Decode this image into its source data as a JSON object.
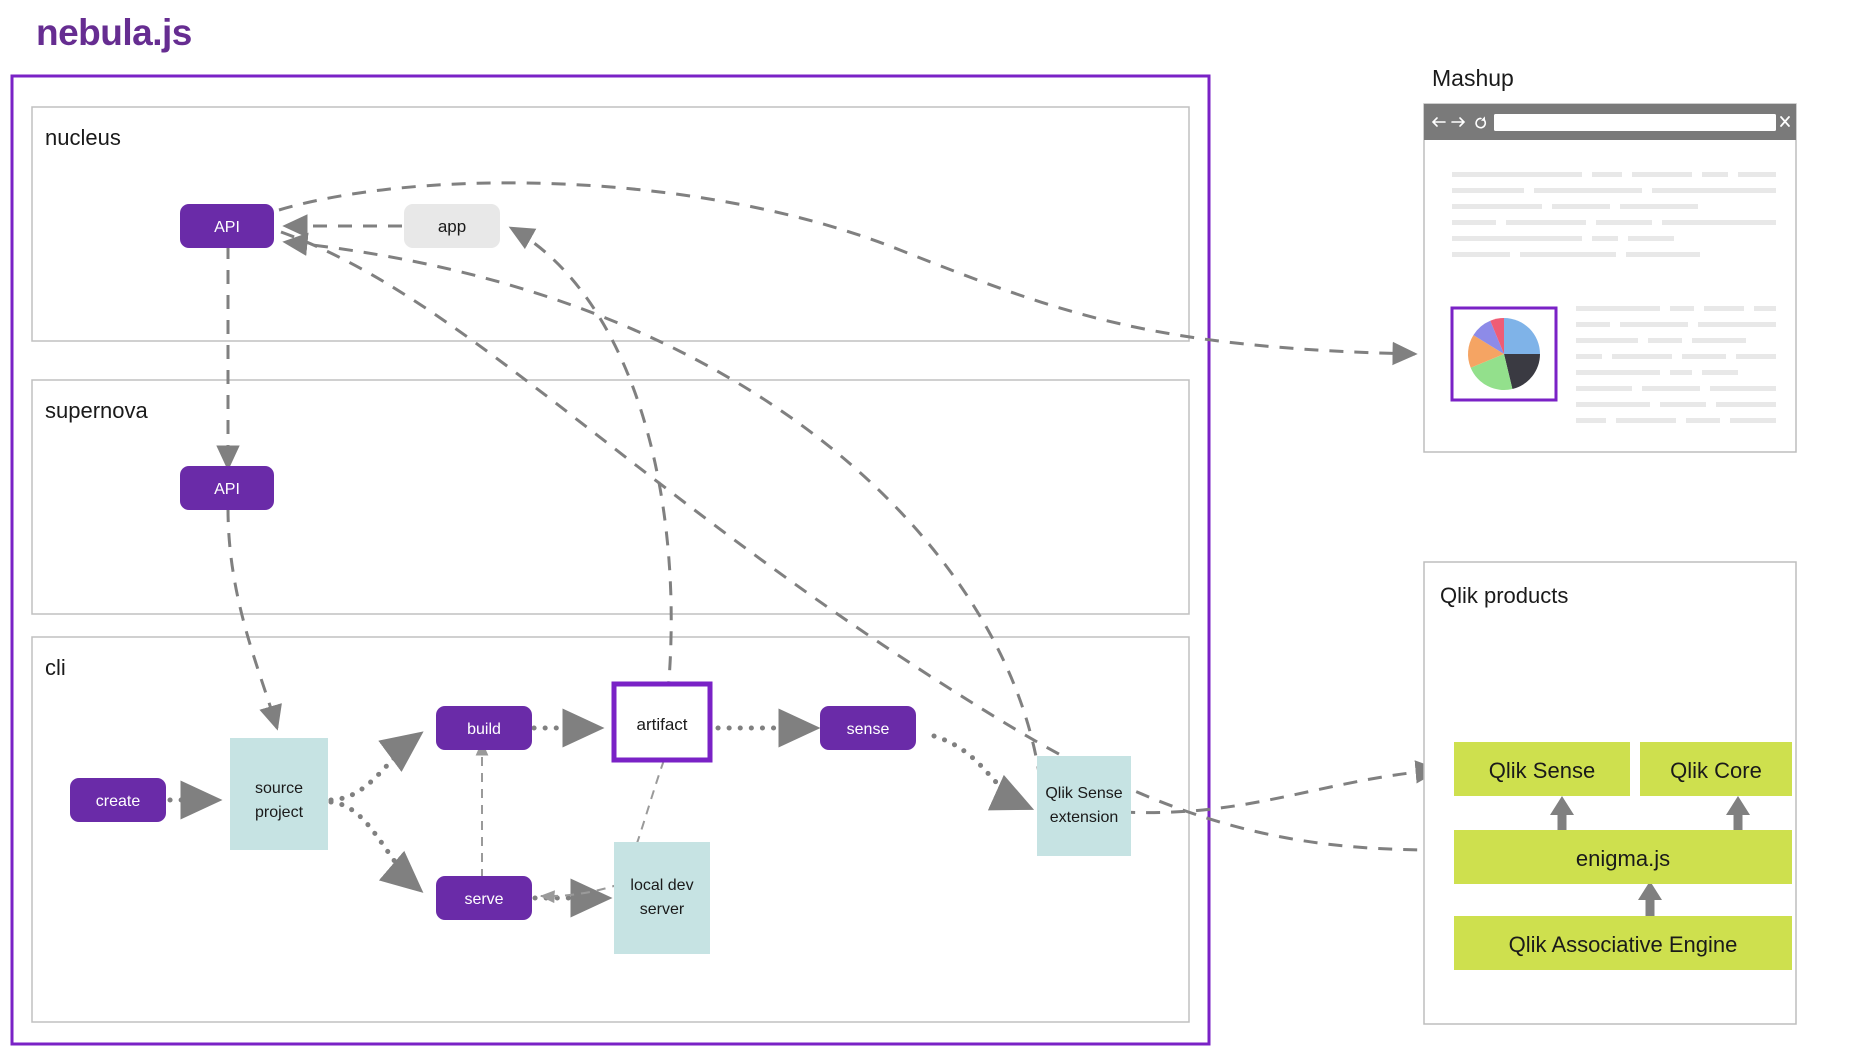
{
  "brand": {
    "name": "nebula.js",
    "color": "#662D91"
  },
  "colors": {
    "purple": "#662D91",
    "purple_fill": "#6A2BA8",
    "teal": "#C6E3E3",
    "green": "#CEE04E",
    "grey_box": "#E8E8E8",
    "arrow_grey": "#808080",
    "panel_border": "#B8B8B8"
  },
  "main_container": {
    "border_color": "#662D91",
    "sections": [
      {
        "name": "nucleus",
        "label": "nucleus",
        "nodes": [
          {
            "id": "nucleus-api",
            "label": "API",
            "shape": "rounded",
            "fill": "purple"
          },
          {
            "id": "app",
            "label": "app",
            "shape": "rounded",
            "fill": "grey"
          }
        ]
      },
      {
        "name": "supernova",
        "label": "supernova",
        "nodes": [
          {
            "id": "supernova-api",
            "label": "API",
            "shape": "rounded",
            "fill": "purple"
          }
        ]
      },
      {
        "name": "cli",
        "label": "cli",
        "nodes": [
          {
            "id": "create",
            "label": "create",
            "shape": "rounded",
            "fill": "purple"
          },
          {
            "id": "source-project",
            "label": "source project",
            "label_lines": [
              "source",
              "project"
            ],
            "shape": "rect",
            "fill": "teal"
          },
          {
            "id": "build",
            "label": "build",
            "shape": "rounded",
            "fill": "purple"
          },
          {
            "id": "artifact",
            "label": "artifact",
            "shape": "rect-outline",
            "fill": "white"
          },
          {
            "id": "sense",
            "label": "sense",
            "shape": "rounded",
            "fill": "purple"
          },
          {
            "id": "serve",
            "label": "serve",
            "shape": "rounded",
            "fill": "purple"
          },
          {
            "id": "local-dev-server",
            "label": "local dev server",
            "label_lines": [
              "local dev",
              "server"
            ],
            "shape": "rect",
            "fill": "teal"
          },
          {
            "id": "qlik-sense-extension",
            "label": "Qlik Sense extension",
            "label_lines": [
              "Qlik Sense",
              "extension"
            ],
            "shape": "rect",
            "fill": "teal"
          }
        ]
      }
    ]
  },
  "mashup": {
    "title": "Mashup",
    "browser": {
      "back_icon": "arrow-left-icon",
      "forward_icon": "arrow-right-icon",
      "reload_icon": "reload-icon",
      "close_icon": "close-icon",
      "address_value": "",
      "address_placeholder": ""
    },
    "chart": {
      "highlight_border": "#662D91"
    }
  },
  "qlik_products": {
    "title": "Qlik products",
    "nodes": [
      {
        "id": "qlik-sense",
        "label": "Qlik Sense"
      },
      {
        "id": "qlik-core",
        "label": "Qlik Core"
      },
      {
        "id": "enigma-js",
        "label": "enigma.js"
      },
      {
        "id": "qlik-associative-engine",
        "label": "Qlik Associative Engine"
      }
    ]
  },
  "chart_data": {
    "type": "pie",
    "title": "",
    "categories": [
      "slice-blue",
      "slice-dark",
      "slice-green",
      "slice-orange",
      "slice-purple",
      "slice-pink"
    ],
    "values": [
      25,
      25,
      19,
      14,
      10,
      7
    ],
    "colors": [
      "#7FB3E8",
      "#3A3A42",
      "#93E08C",
      "#F5A463",
      "#8D8BE8",
      "#EF5C75"
    ],
    "legend": "none",
    "grid": false
  },
  "edges": [
    {
      "from": "app",
      "to": "nucleus-api",
      "style": "dashed"
    },
    {
      "from": "nucleus-api",
      "to": "app",
      "style": "dashed"
    },
    {
      "from": "nucleus-api",
      "to": "supernova-api",
      "style": "dashed"
    },
    {
      "from": "supernova-api",
      "to": "source-project",
      "style": "dashed"
    },
    {
      "from": "nucleus-api",
      "to": "mashup-chart",
      "style": "dashed"
    },
    {
      "from": "artifact",
      "to": "app",
      "style": "dashed"
    },
    {
      "from": "qlik-sense-extension",
      "to": "app",
      "style": "dashed"
    },
    {
      "from": "create",
      "to": "source-project",
      "style": "dotted"
    },
    {
      "from": "source-project",
      "to": "build",
      "style": "dotted"
    },
    {
      "from": "source-project",
      "to": "serve",
      "style": "dotted"
    },
    {
      "from": "build",
      "to": "artifact",
      "style": "dotted"
    },
    {
      "from": "artifact",
      "to": "sense",
      "style": "dotted"
    },
    {
      "from": "sense",
      "to": "qlik-sense-extension",
      "style": "dotted"
    },
    {
      "from": "serve",
      "to": "local-dev-server",
      "style": "dotted"
    },
    {
      "from": "serve",
      "to": "build",
      "style": "dashed-thin"
    },
    {
      "from": "local-dev-server",
      "to": "serve",
      "style": "dashed-thin"
    },
    {
      "from": "qlik-sense-extension",
      "to": "qlik-sense",
      "style": "dashed"
    },
    {
      "from": "nucleus-api",
      "to": "enigma-js",
      "style": "dashed"
    },
    {
      "from": "enigma-js",
      "to": "qlik-sense",
      "style": "solid-arrow"
    },
    {
      "from": "enigma-js",
      "to": "qlik-core",
      "style": "solid-arrow"
    },
    {
      "from": "qlik-associative-engine",
      "to": "enigma-js",
      "style": "solid-arrow"
    }
  ]
}
